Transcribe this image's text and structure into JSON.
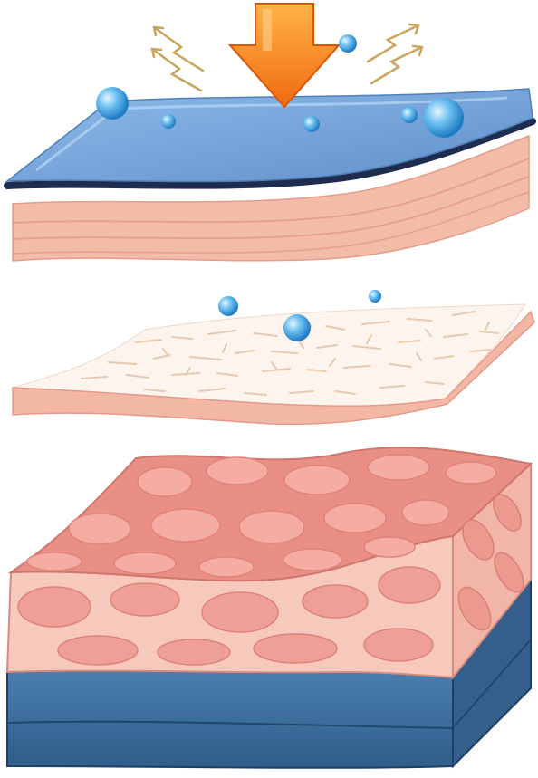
{
  "diagram": {
    "kind": "skin-layers-illustration",
    "layers": [
      {
        "id": "surface-barrier",
        "icon": "membrane-layer"
      },
      {
        "id": "middle-fibrous",
        "icon": "fibrous-layer"
      },
      {
        "id": "deep-tissue",
        "icon": "cellular-tissue-block"
      }
    ],
    "indicators": [
      {
        "id": "down-arrow",
        "icon": "arrow-down-icon"
      },
      {
        "id": "rays-left",
        "icon": "sparkle-rays-icon"
      },
      {
        "id": "rays-right",
        "icon": "sparkle-rays-icon"
      },
      {
        "id": "droplets",
        "icon": "water-droplet-icon"
      }
    ],
    "colors": {
      "arrow_orange": "#f07a1c",
      "arrow_light": "#ffb347",
      "ray_gold": "#c8a55a",
      "barrier_blue": "#6f9fd6",
      "barrier_top": "#8fbbea",
      "barrier_edge": "#1d2c4f",
      "skin_pink": "#f3b8a5",
      "tissue_pink": "#e98f86",
      "tissue_light": "#f7c8bc",
      "deep_blue": "#3f6f9e",
      "droplet_blue": "#3ea3e6"
    }
  }
}
